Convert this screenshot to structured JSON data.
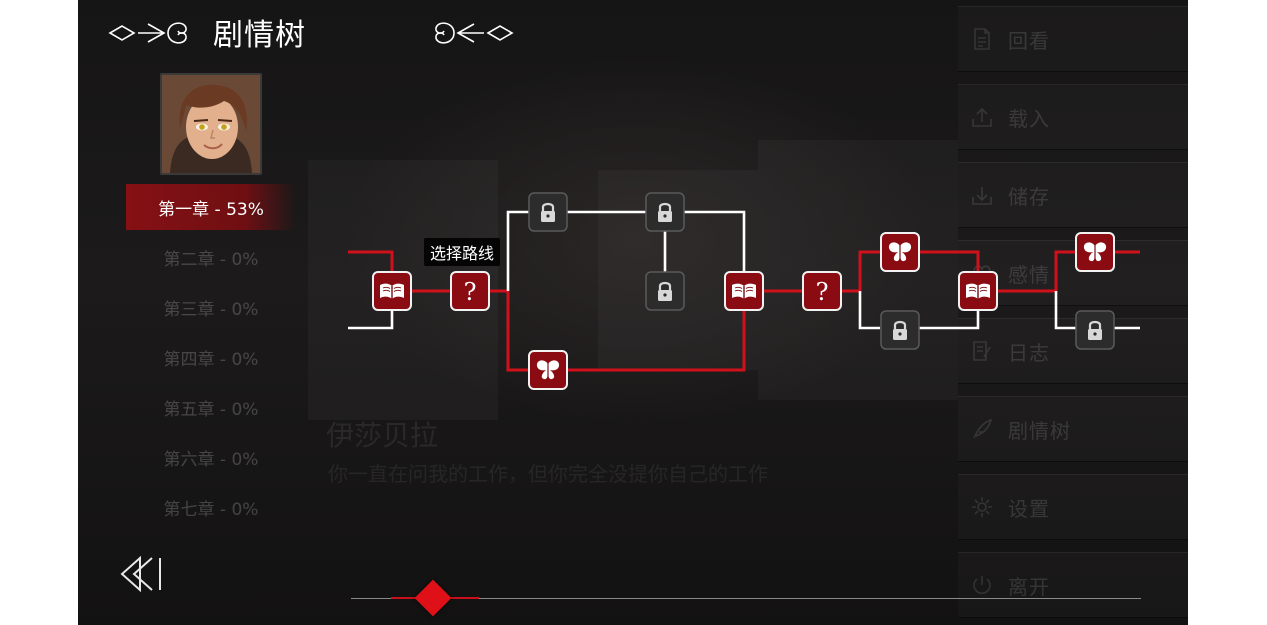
{
  "header": {
    "title": "剧情树"
  },
  "chapters": [
    {
      "label": "第一章 - 53%",
      "active": true
    },
    {
      "label": "第二章 - 0%",
      "active": false
    },
    {
      "label": "第三章 - 0%",
      "active": false
    },
    {
      "label": "第四章 - 0%",
      "active": false
    },
    {
      "label": "第五章 - 0%",
      "active": false
    },
    {
      "label": "第六章 - 0%",
      "active": false
    },
    {
      "label": "第七章 - 0%",
      "active": false
    }
  ],
  "tree": {
    "tooltip": "选择路线",
    "question_glyph": "?",
    "node_icons": [
      "book-icon",
      "question-icon",
      "lock-icon",
      "butterfly-icon"
    ]
  },
  "dialogue": {
    "speaker": "伊莎贝拉",
    "line": "你一直在问我的工作，但你完全没提你自己的工作"
  },
  "menu": {
    "items": [
      {
        "label": "回看",
        "icon": "document-icon"
      },
      {
        "label": "载入",
        "icon": "upload-icon"
      },
      {
        "label": "储存",
        "icon": "download-icon"
      },
      {
        "label": "感情",
        "icon": "heart-icon"
      },
      {
        "label": "日志",
        "icon": "notebook-icon"
      },
      {
        "label": "剧情树",
        "icon": "feather-icon"
      },
      {
        "label": "设置",
        "icon": "gear-icon"
      },
      {
        "label": "离开",
        "icon": "power-icon"
      }
    ]
  },
  "slider": {
    "position": 0.1
  },
  "colors": {
    "accent_red": "#d0101a",
    "path_white": "#ffffff",
    "background": "#171616"
  }
}
